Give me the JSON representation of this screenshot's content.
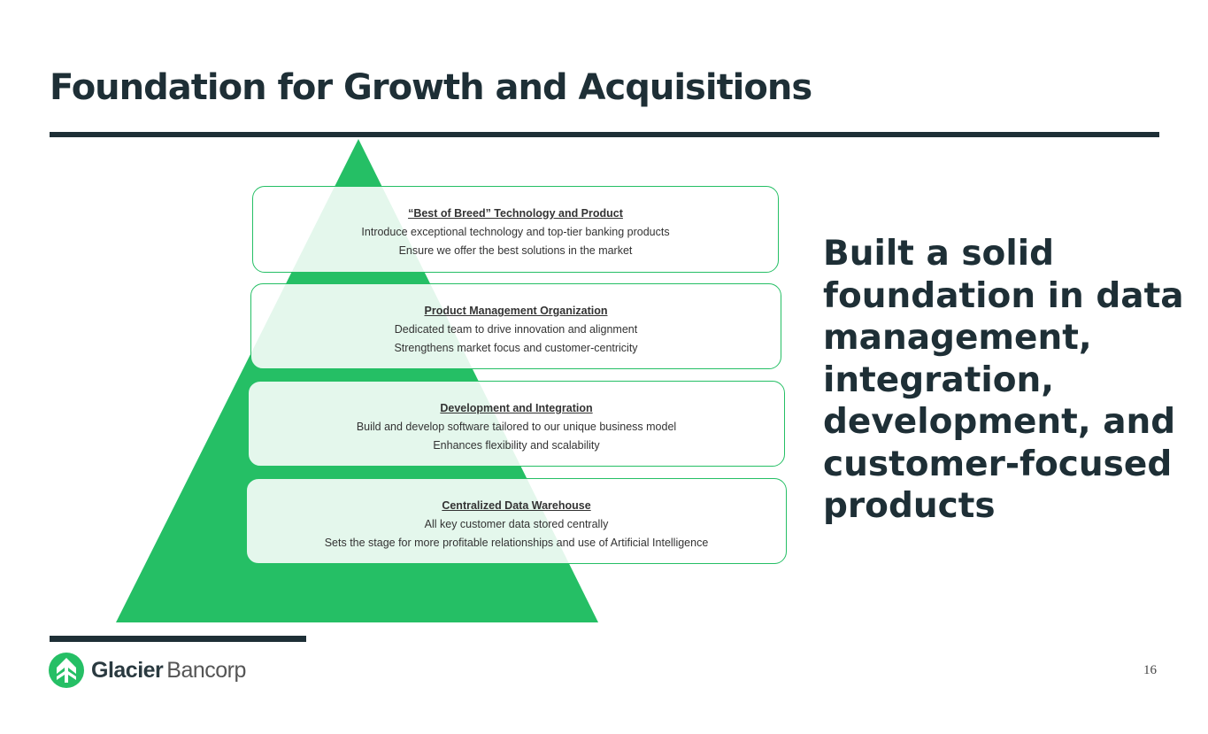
{
  "title": "Foundation for Growth and Acquisitions",
  "layers": [
    {
      "heading": "“Best of Breed” Technology and Product",
      "lines": [
        "Introduce exceptional technology and top-tier banking products",
        "Ensure we offer the best solutions in the market"
      ]
    },
    {
      "heading": "Product Management Organization",
      "lines": [
        "Dedicated team to drive innovation and alignment",
        "Strengthens market focus and customer-centricity"
      ]
    },
    {
      "heading": "Development and Integration",
      "lines": [
        "Build and develop software tailored to our unique business model",
        "Enhances flexibility and scalability"
      ]
    },
    {
      "heading": "Centralized Data Warehouse",
      "lines": [
        "All key customer data stored centrally",
        "Sets the stage for more profitable relationships and use of Artificial Intelligence"
      ]
    }
  ],
  "side_text": "Built a solid foundation in data management, integration, development, and customer-focused products",
  "logo": {
    "brand": "Glacier",
    "suffix": "Bancorp"
  },
  "page_number": "16",
  "colors": {
    "green": "#25bf65",
    "navy": "#1e2f36"
  }
}
